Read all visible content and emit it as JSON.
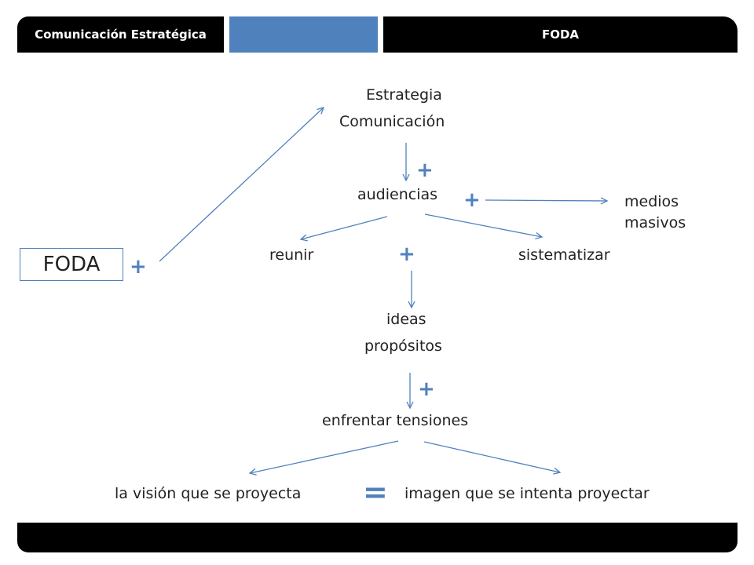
{
  "header": {
    "left_tab": "Comunicación Estratégica",
    "middle_tab": "",
    "right_tab": "FODA"
  },
  "diagram": {
    "foda": "FODA",
    "estrategia": "Estrategia",
    "comunicacion": "Comunicación",
    "audiencias": "audiencias",
    "medios": "medios",
    "masivos": "masivos",
    "reunir": "reunir",
    "sistematizar": "sistematizar",
    "ideas": "ideas",
    "propositos": "propósitos",
    "enfrentar": "enfrentar  tensiones",
    "vision": "la visión que  se proyecta",
    "imagen": "imagen que se intenta proyectar",
    "plus": "+",
    "equals": "="
  },
  "colors": {
    "accent": "#4f81bd",
    "bar": "#000000"
  }
}
